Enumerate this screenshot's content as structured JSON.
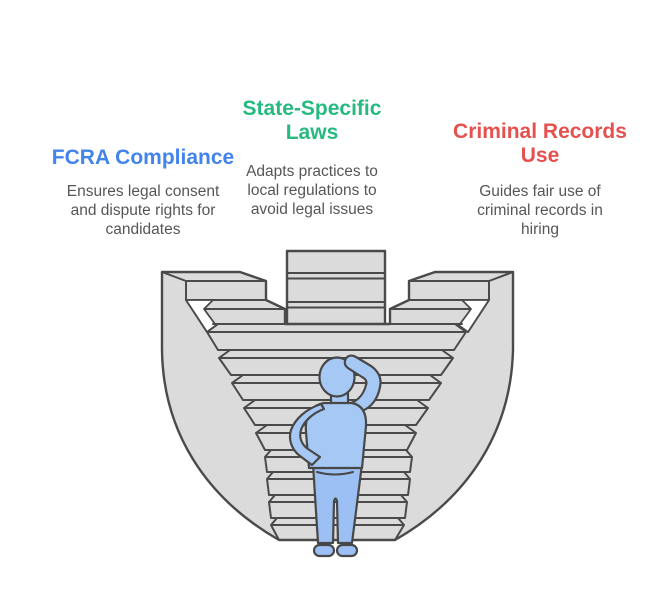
{
  "columns": [
    {
      "title": "FCRA Compliance",
      "description": "Ensures legal consent\nand dispute rights for\ncandidates",
      "color": "#4284ec"
    },
    {
      "title": "State-Specific\nLaws",
      "description": "Adapts practices to\nlocal regulations to\navoid legal issues",
      "color": "#26ba80"
    },
    {
      "title": "Criminal Records\nUse",
      "description": "Guides fair use of\ncriminal records in\nhiring",
      "color": "#e4514e"
    }
  ],
  "illustration": {
    "name": "person-facing-converging-staircases",
    "colors": {
      "stairs_fill": "#dbdbdb",
      "stairs_line": "#4a4a4a",
      "person_fill": "#a6c8f5",
      "pants_fill": "#9cc0f3",
      "person_line": "#474747",
      "background": "#ffffff"
    }
  }
}
